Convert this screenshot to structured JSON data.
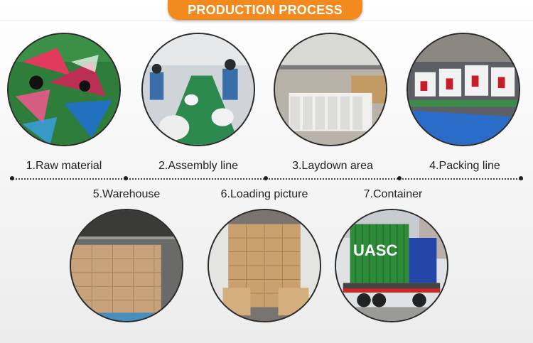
{
  "header": {
    "title": "PRODUCTION PROCESS"
  },
  "steps": [
    {
      "label": "1.Raw material"
    },
    {
      "label": "2.Assembly line"
    },
    {
      "label": "3.Laydown area"
    },
    {
      "label": "4.Packing line"
    },
    {
      "label": "5.Warehouse"
    },
    {
      "label": "6.Loading picture"
    },
    {
      "label": "7.Container"
    }
  ],
  "container_photo": {
    "text": "UASC"
  },
  "colors": {
    "banner": "#f28a1e",
    "container_green": "#2e8b3a",
    "container_blue": "#2346a8"
  }
}
